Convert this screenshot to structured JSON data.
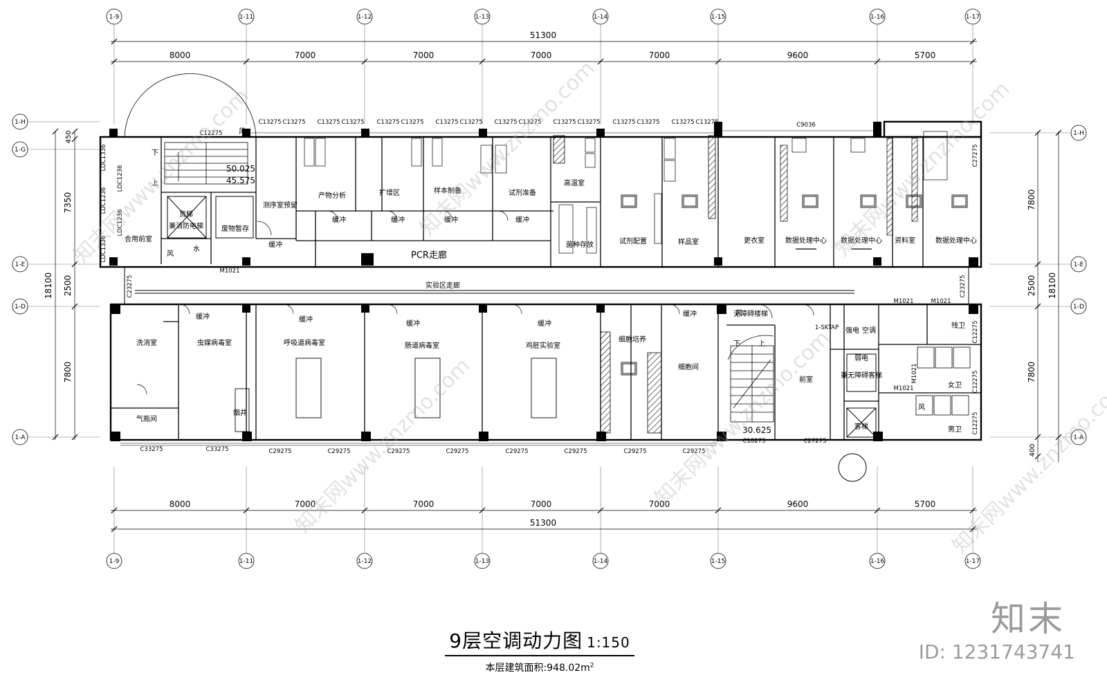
{
  "axes_top": [
    "1-9",
    "1-11",
    "1-12",
    "1-13",
    "1-14",
    "1-15",
    "1-16",
    "1-17"
  ],
  "axes_bottom": [
    "1-9",
    "1-11",
    "1-12",
    "1-13",
    "1-14",
    "1-15",
    "1-16",
    "1-17"
  ],
  "axes_left": [
    "1-H",
    "1-G",
    "1-E",
    "1-D",
    "1-A"
  ],
  "axes_right": [
    "1-H",
    "1-E",
    "1-D",
    "1-A"
  ],
  "dim_total_h": "51300",
  "dims_h": [
    "8000",
    "7000",
    "7000",
    "7000",
    "7000",
    "9600",
    "5700"
  ],
  "dim_total_v": "18100",
  "dims_v_left": [
    "450",
    "7350",
    "2500",
    "7800"
  ],
  "dims_v_right": [
    "7800",
    "2500",
    "7800",
    "400"
  ],
  "rooms": {
    "heyong_qianshi": "合用前室",
    "huoti": "货梯",
    "xiaofang_dianti": "兼消防电梯",
    "feiwu_zancun": "废物暂存",
    "feng": "风",
    "shui": "水",
    "cexu_yuliu": "测序室预留",
    "huanchong": "缓冲",
    "chanwu_fenxi": "产物分析",
    "kuozeng_qu": "扩增区",
    "yangben_zhibei": "样本制备",
    "shiji_zhunbei": "试剂准备",
    "pcr_zoulang": "PCR走廊",
    "gaowen_shi": "高温室",
    "junzhong_cunfang": "菌种存放",
    "shiji_peizhi": "试剂配置",
    "yangpin_shi": "样品室",
    "gengyi_shi": "更衣室",
    "shuju_chuli": "数据处理中心",
    "ziliao_shi": "资料室",
    "shiyan_zoulang": "实验区走廊",
    "xixiao_shi": "洗消室",
    "chongmei_bingdu": "虫媒病毒室",
    "huxidao_bingdu": "呼吸道病毒室",
    "changdao_bingdu": "肠道病毒室",
    "jipei_shiyan": "鸡胚实验室",
    "xibao_peiyang": "细胞培养",
    "xibao_jian": "细胞间",
    "qiping_jian": "气瓶间",
    "yanjing": "烟井",
    "wuzhangai_louti": "无障碍楼梯",
    "qianshi": "前室",
    "qiangdian": "强电",
    "kongtiao": "空调",
    "ruodian": "弱电",
    "canwei": "残卫",
    "nv_wei": "女卫",
    "nan_wei": "男卫",
    "jian_wuzhangai_keti": "兼无障碍客梯",
    "keti": "客梯",
    "xia": "下",
    "shang": "上"
  },
  "levels": {
    "stair_top_1": "50.025",
    "stair_top_2": "45.575",
    "stair_bottom": "30.625"
  },
  "windows": {
    "c13275": "C13275",
    "c12275": "C12275",
    "c9036": "C9036",
    "c27275": "C27275",
    "c23275": "C23275",
    "ldc1336": "LDC1336",
    "ldc1236": "LDC1236",
    "m1021": "M1021",
    "c33275": "C33275",
    "c29275": "C29275",
    "c18275": "C18275",
    "sktap": "1-SKTAP"
  },
  "title": {
    "main": "9层空调动力图",
    "scale": "1:150",
    "area_label": "本层建筑面积:",
    "area_value": "948.02m",
    "area_unit_sup": "2"
  },
  "brand": {
    "name": "知末",
    "id": "ID: 1231743741"
  },
  "watermark": "知末网www.znzmo.com"
}
